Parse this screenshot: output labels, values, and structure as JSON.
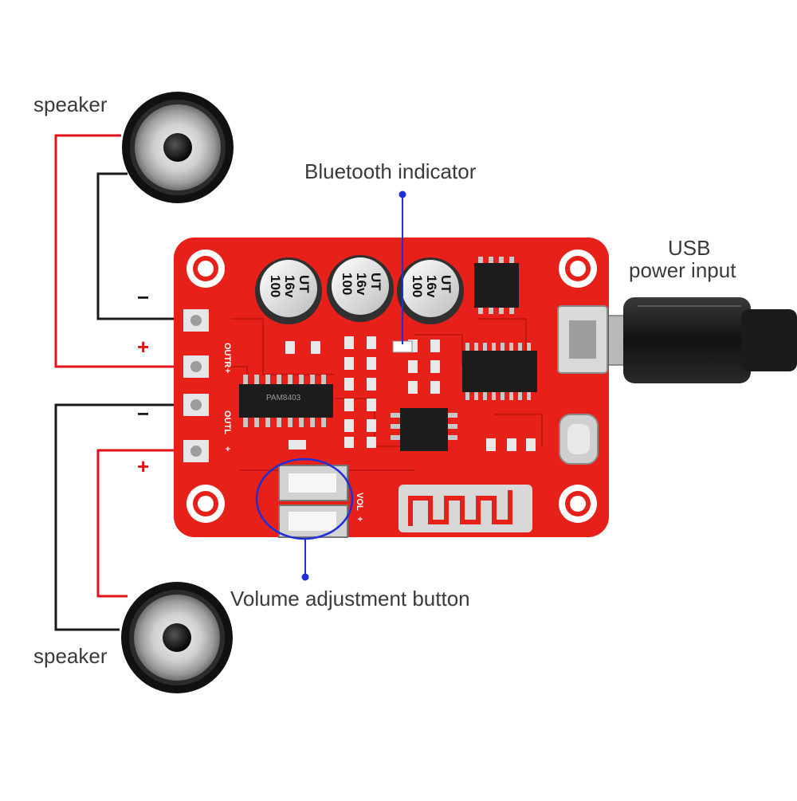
{
  "labels": {
    "speaker_top": "speaker",
    "speaker_bottom": "speaker",
    "bluetooth_indicator": "Bluetooth indicator",
    "usb_line1": "USB",
    "usb_line2": "power input",
    "volume_button": "Volume adjustment button"
  },
  "polarity": {
    "top_minus": "−",
    "top_plus": "+",
    "bottom_minus": "−",
    "bottom_plus": "+"
  },
  "pcb": {
    "pin_labels": [
      "OUTR",
      "+",
      "OUTL",
      "+",
      "VOL",
      "+"
    ],
    "capacitor_text": [
      "100",
      "16v",
      "UT"
    ],
    "chip_text": "PAM8403"
  },
  "colors": {
    "pcb_red": "#e8201a",
    "wire_red": "#e1121a",
    "wire_black": "#1a1a1a",
    "callout_blue": "#1f2fd6",
    "text_gray": "#3a3a3a"
  },
  "icons": [
    "speaker-icon",
    "usb-plug-icon",
    "capacitor-icon",
    "chip-icon",
    "button-icon"
  ]
}
